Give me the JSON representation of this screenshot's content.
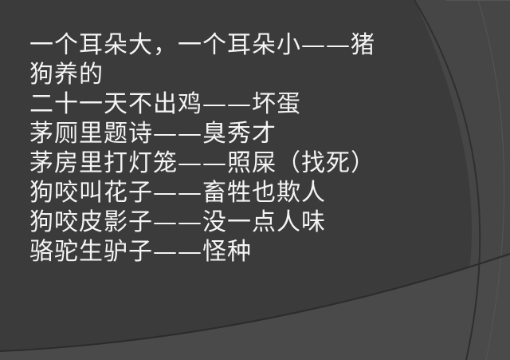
{
  "slide": {
    "background_color": "#3c3c3c",
    "text_color": "#f4f4f4",
    "lines": [
      "一个耳朵大，一个耳朵小——猪",
      "狗养的",
      "二十一天不出鸡——坏蛋",
      "茅厕里题诗——臭秀才",
      "茅房里打灯笼——照屎（找死）",
      "狗咬叫花子——畜牲也欺人",
      "狗咬皮影子——没一点人味",
      "骆驼生驴子——怪种"
    ]
  }
}
